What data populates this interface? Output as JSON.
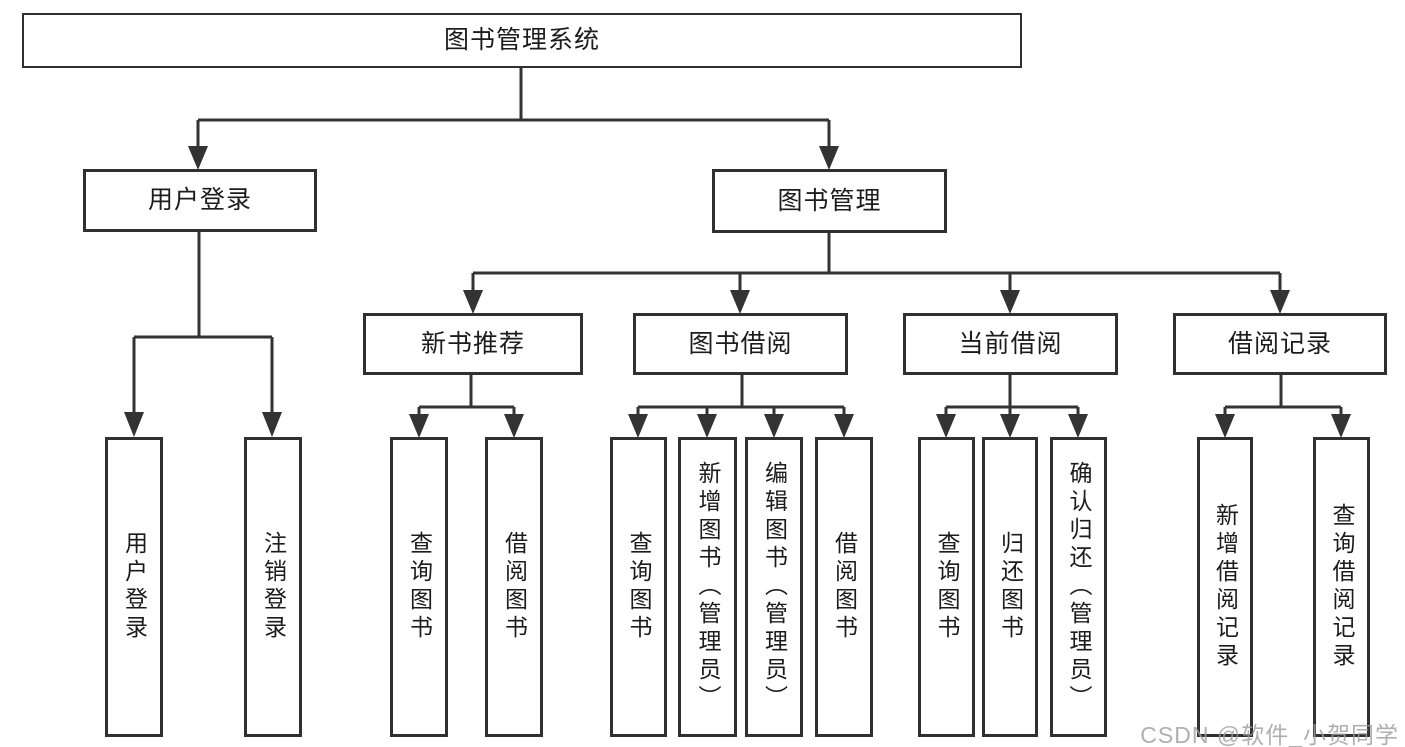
{
  "diagram": {
    "title": "图书管理系统",
    "level1": {
      "label": "图书管理系统"
    },
    "level2": [
      {
        "id": "user-login",
        "label": "用户登录"
      },
      {
        "id": "book-management",
        "label": "图书管理"
      }
    ],
    "level3": [
      {
        "id": "new-book-recommend",
        "label": "新书推荐",
        "parent": "图书管理"
      },
      {
        "id": "book-borrow",
        "label": "图书借阅",
        "parent": "图书管理"
      },
      {
        "id": "current-borrow",
        "label": "当前借阅",
        "parent": "图书管理"
      },
      {
        "id": "borrow-records",
        "label": "借阅记录",
        "parent": "图书管理"
      }
    ],
    "leaves": {
      "user_login": [
        "用户登录",
        "注销登录"
      ],
      "new_book_recommend": [
        "查询图书",
        "借阅图书"
      ],
      "book_borrow": [
        "查询图书",
        "新增图书（管理员）",
        "编辑图书（管理员）",
        "借阅图书"
      ],
      "current_borrow": [
        "查询图书",
        "归还图书",
        "确认归还（管理员）"
      ],
      "borrow_records": [
        "新增借阅记录",
        "查询借阅记录"
      ]
    },
    "watermark": "CSDN @软件_小贺同学",
    "colors": {
      "line": "#333333",
      "box_border": "#303030",
      "box_background": "#ffffff",
      "text": "#1c1c1c",
      "watermark": "#9e9e9e",
      "page_background": "#ffffff"
    }
  }
}
